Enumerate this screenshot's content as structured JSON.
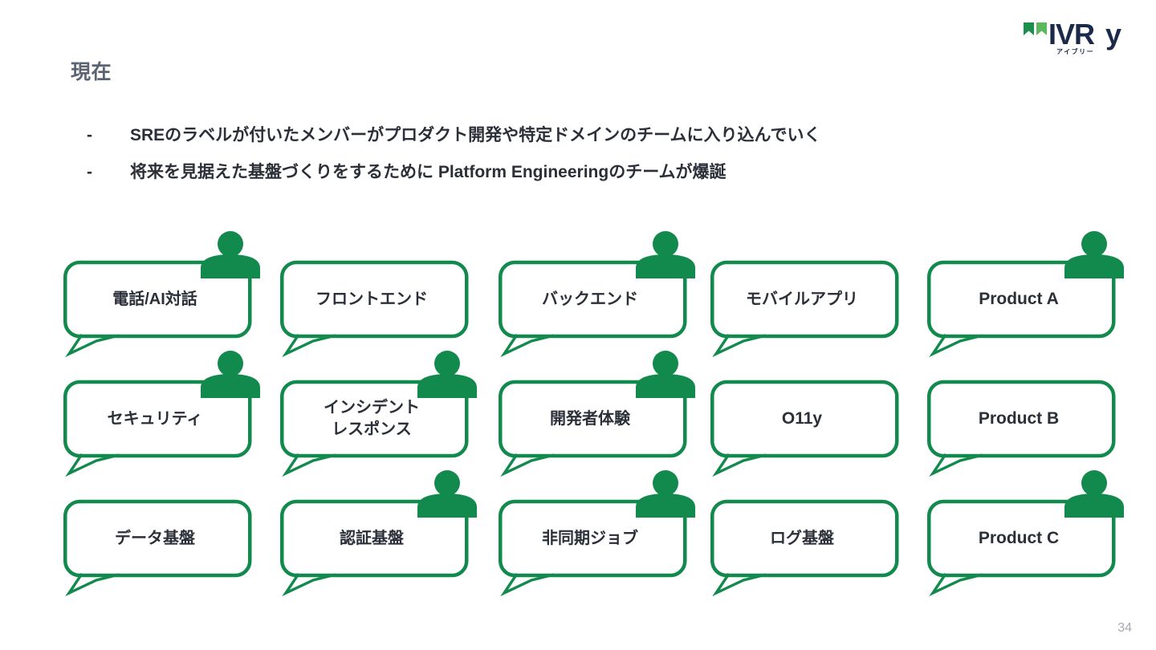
{
  "brand": {
    "logo_text": "IVRy",
    "logo_subtext": "アイブリー",
    "logo_icon": "ivry-flag-logo",
    "colors": {
      "accent_green": "#128a4e",
      "logo_navy": "#1b2a4a",
      "logo_green_dark": "#1c8f4e",
      "logo_green_light": "#5cb85c",
      "title_gray": "#5b6472",
      "body_dark": "#2b2f38",
      "page_number_gray": "#a7aab0"
    }
  },
  "header": {
    "title": "現在"
  },
  "bullets": {
    "dash": "-",
    "items": [
      "SREのラベルが付いたメンバーがプロダクト開発や特定ドメインのチームに入り込んでいく",
      "将来を見据えた基盤づくりをするために Platform Engineeringのチームが爆誕"
    ]
  },
  "grid": {
    "rows": [
      [
        {
          "label": "電話/AI対話",
          "has_person_icon": true,
          "script": "jp"
        },
        {
          "label": "フロントエンド",
          "has_person_icon": false,
          "script": "jp"
        },
        {
          "label": "バックエンド",
          "has_person_icon": true,
          "script": "jp"
        },
        {
          "label": "モバイルアプリ",
          "has_person_icon": false,
          "script": "jp"
        },
        {
          "label": "Product A",
          "has_person_icon": true,
          "script": "latin"
        }
      ],
      [
        {
          "label": "セキュリティ",
          "has_person_icon": true,
          "script": "jp"
        },
        {
          "label": "インシデント\nレスポンス",
          "has_person_icon": true,
          "script": "jp"
        },
        {
          "label": "開発者体験",
          "has_person_icon": true,
          "script": "jp"
        },
        {
          "label": "O11y",
          "has_person_icon": false,
          "script": "latin"
        },
        {
          "label": "Product B",
          "has_person_icon": false,
          "script": "latin"
        }
      ],
      [
        {
          "label": "データ基盤",
          "has_person_icon": false,
          "script": "jp"
        },
        {
          "label": "認証基盤",
          "has_person_icon": true,
          "script": "jp"
        },
        {
          "label": "非同期ジョブ",
          "has_person_icon": true,
          "script": "jp"
        },
        {
          "label": "ログ基盤",
          "has_person_icon": false,
          "script": "jp"
        },
        {
          "label": "Product C",
          "has_person_icon": true,
          "script": "latin"
        }
      ]
    ],
    "person_icon_name": "person-avatar-icon",
    "bubble_icon_name": "speech-bubble-outline"
  },
  "footer": {
    "page_number": "34"
  }
}
